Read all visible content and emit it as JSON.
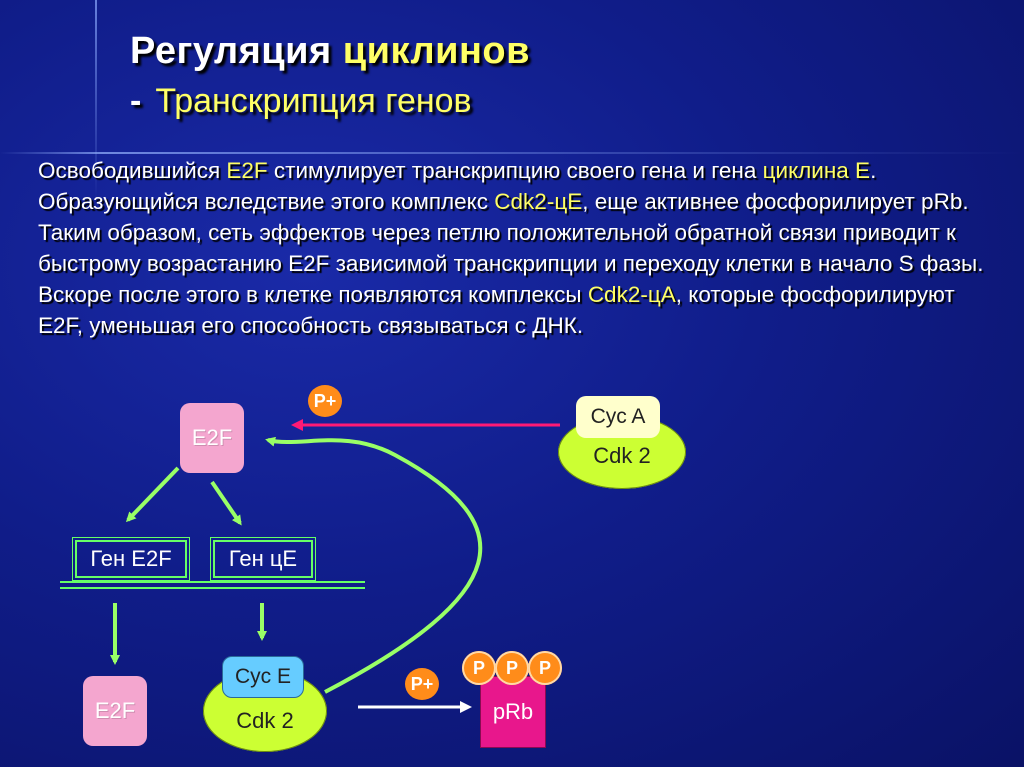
{
  "title": {
    "part1": "Регуляция ",
    "part2": "циклинов"
  },
  "subtitle": {
    "dash": "-",
    "text": "Транскрипция генов"
  },
  "paragraph": {
    "s1": "Освободившийся ",
    "s2": "E2F",
    "s3": " стимулирует транскрипцию своего гена и гена ",
    "s4": "циклина E",
    "s5": ". Образующийся вследствие этого комплекс ",
    "s6": "Cdk2-цE",
    "s7": ", еще активнее фосфорилирует pRb. Таким образом, сеть эффектов через петлю положительной обратной связи приводит к быстрому возрастанию E2F зависимой транскрипции и переходу клетки в начало S фазы. Вскоре после этого в клетке появляются комплексы ",
    "s8": "Cdk2-цA",
    "s9": ", которые фосфорилируют E2F, уменьшая его способность связываться с ДНК."
  },
  "diagram": {
    "e2f_top": "E2F",
    "gene_e2f": "Ген E2F",
    "gene_ce": "Ген цE",
    "e2f_bottom": "E2F",
    "cyc_e": "Cyc E",
    "cdk2_bottom": "Cdk 2",
    "cyc_a": "Cyc A",
    "cdk2_top": "Cdk 2",
    "p_plus_top": "P+",
    "p_plus_bottom": "P+",
    "p1": "P",
    "p2": "P",
    "p3": "P",
    "prb": "pRb"
  },
  "colors": {
    "arrow_green": "#99ff66",
    "arrow_red": "#ff1a75",
    "accent_yellow": "#ffff66"
  }
}
